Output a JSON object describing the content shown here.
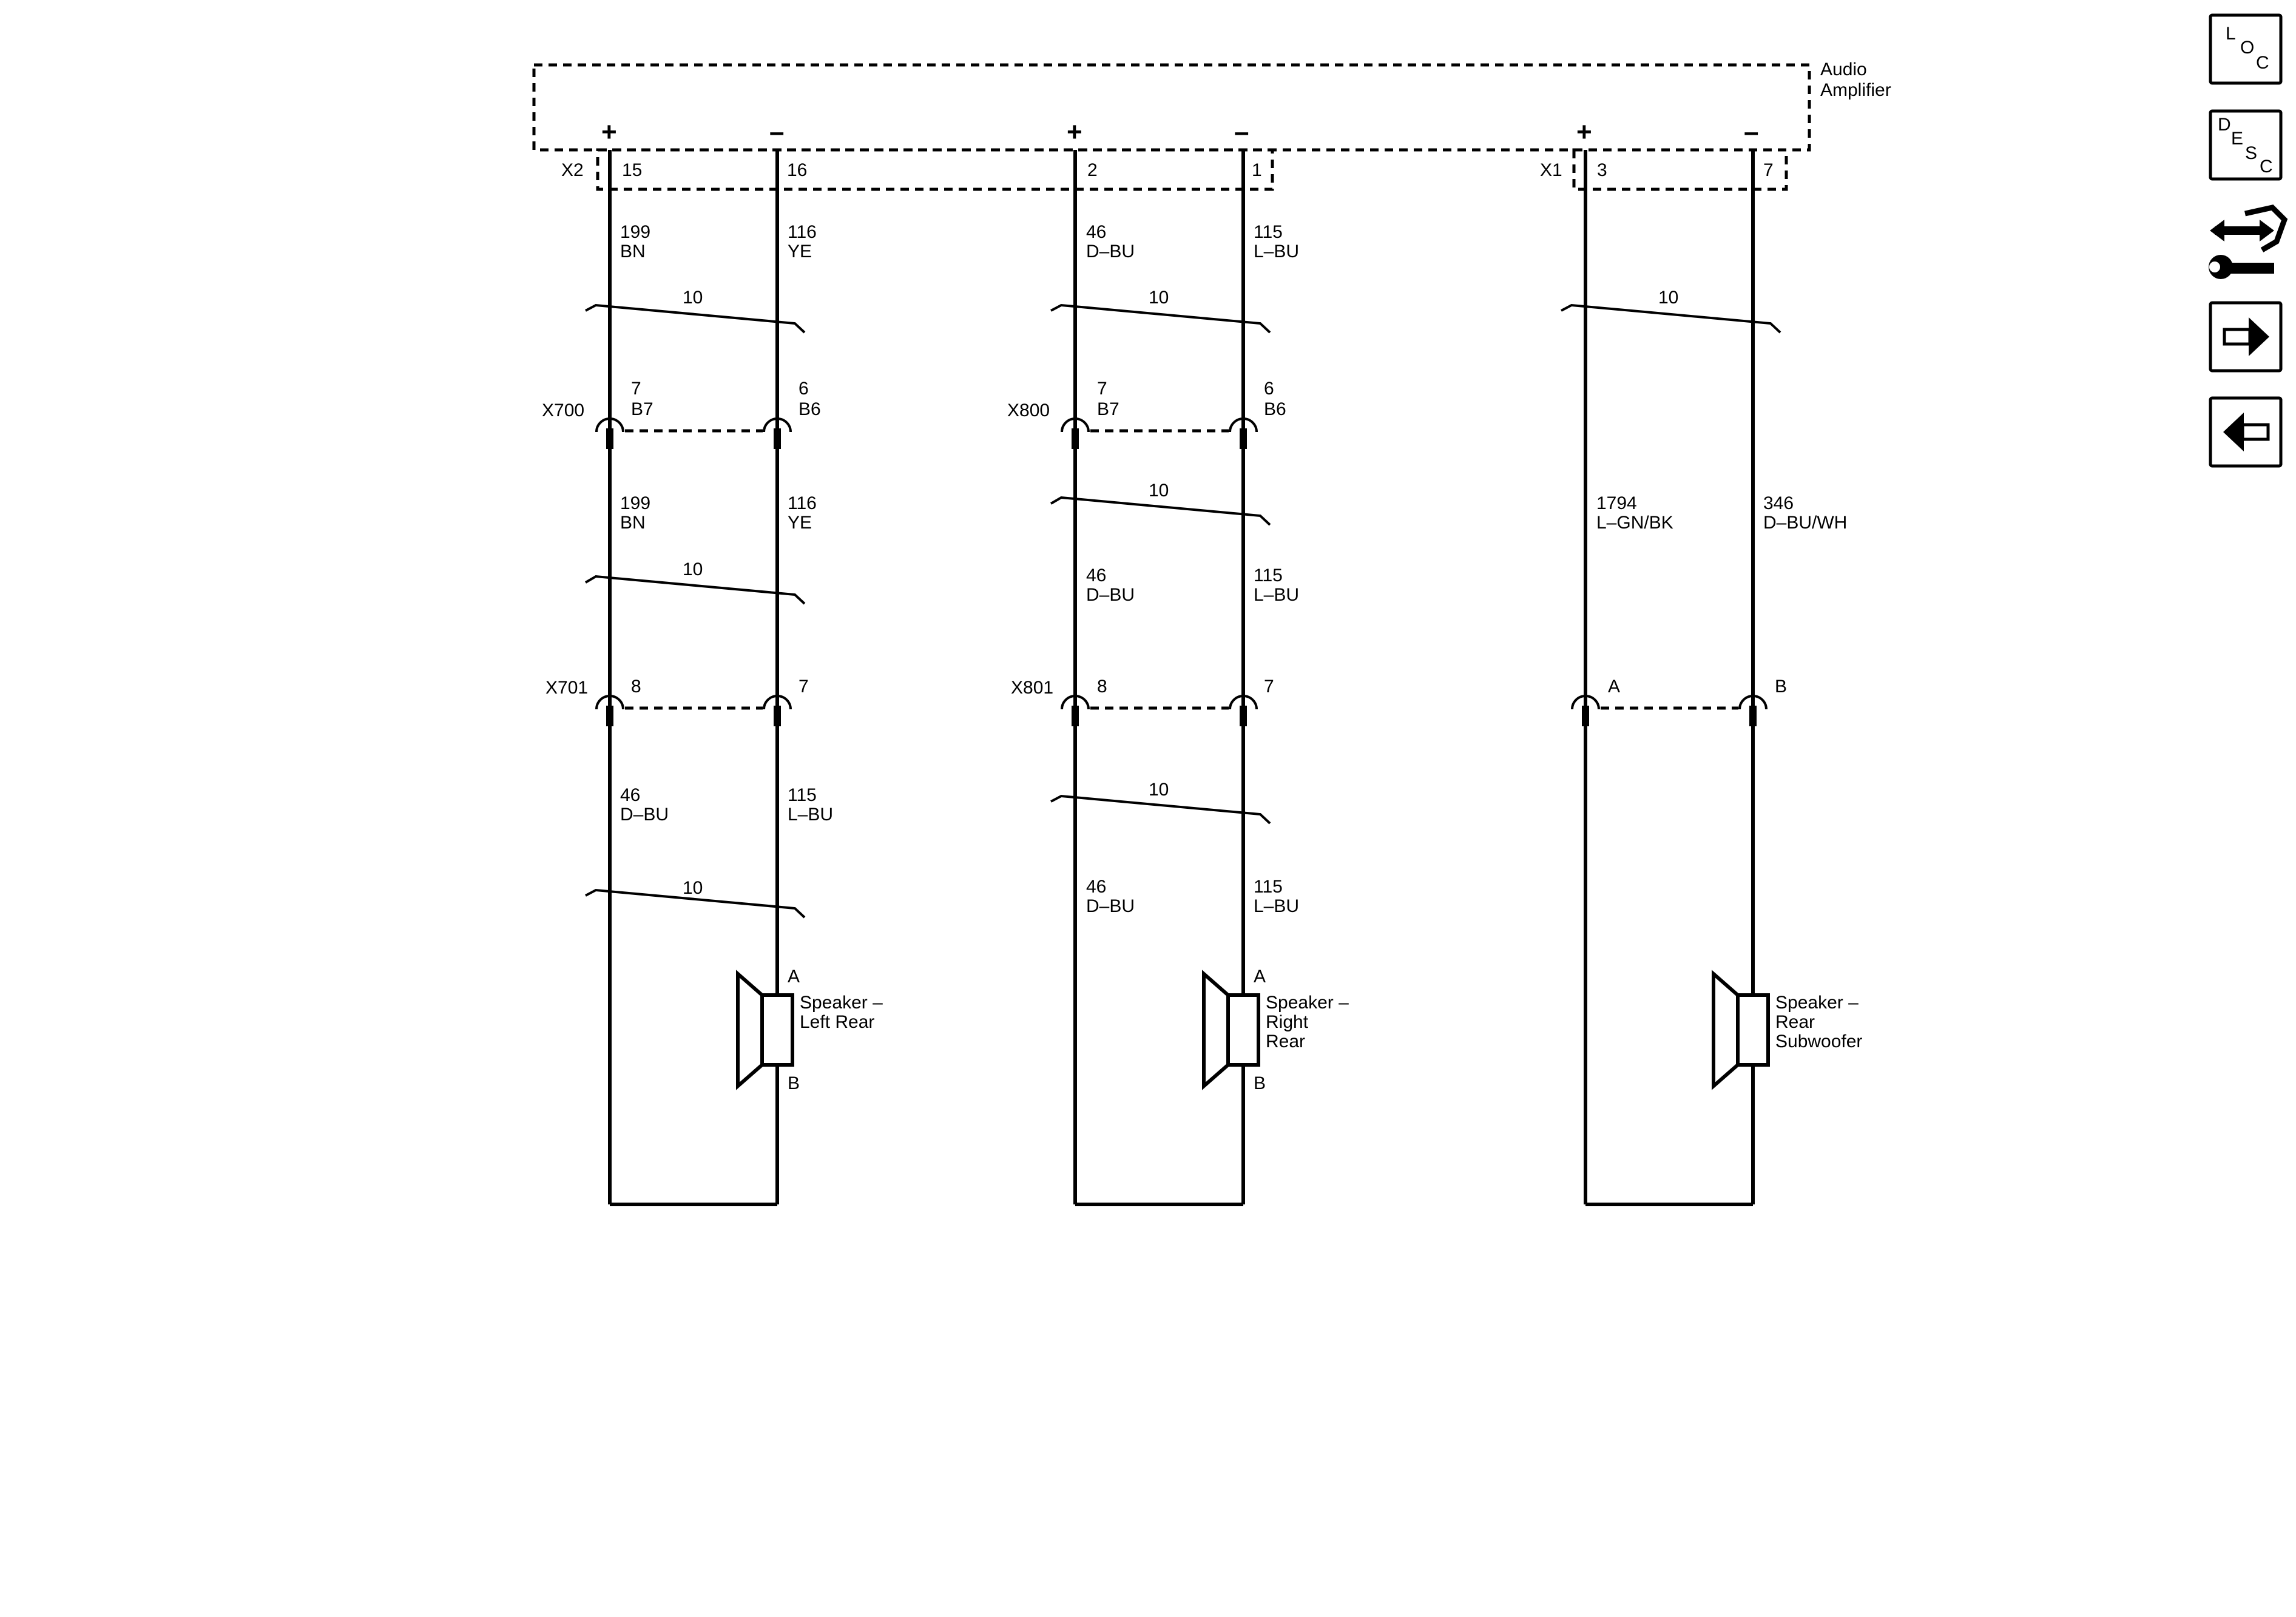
{
  "amplifier": {
    "name_line1": "Audio",
    "name_line2": "Amplifier",
    "connector_x2": "X2",
    "connector_x1": "X1",
    "plus": "+",
    "minus": "–"
  },
  "circuits": {
    "c1": {
      "pin_pos": "15",
      "pin_neg": "16",
      "w1_pos_num": "199",
      "w1_pos_color": "BN",
      "w1_neg_num": "116",
      "w1_neg_color": "YE",
      "twist1": "10",
      "conn1": "X700",
      "conn1_pos_pin": "7",
      "conn1_pos_cav": "B7",
      "conn1_neg_pin": "6",
      "conn1_neg_cav": "B6",
      "w2_pos_num": "199",
      "w2_pos_color": "BN",
      "w2_neg_num": "116",
      "w2_neg_color": "YE",
      "twist2": "10",
      "conn2": "X701",
      "conn2_pos_pin": "8",
      "conn2_neg_pin": "7",
      "w3_pos_num": "46",
      "w3_pos_color": "D–BU",
      "w3_neg_num": "115",
      "w3_neg_color": "L–BU",
      "twist3": "10",
      "spk_pin_a": "A",
      "spk_pin_b": "B",
      "spk_line1": "Speaker –",
      "spk_line2": "Left Rear"
    },
    "c2": {
      "pin_pos": "2",
      "pin_neg": "1",
      "w1_pos_num": "46",
      "w1_pos_color": "D–BU",
      "w1_neg_num": "115",
      "w1_neg_color": "L–BU",
      "twist1": "10",
      "conn1": "X800",
      "conn1_pos_pin": "7",
      "conn1_pos_cav": "B7",
      "conn1_neg_pin": "6",
      "conn1_neg_cav": "B6",
      "twist2": "10",
      "w2_pos_num": "46",
      "w2_pos_color": "D–BU",
      "w2_neg_num": "115",
      "w2_neg_color": "L–BU",
      "conn2": "X801",
      "conn2_pos_pin": "8",
      "conn2_neg_pin": "7",
      "twist3": "10",
      "w3_pos_num": "46",
      "w3_pos_color": "D–BU",
      "w3_neg_num": "115",
      "w3_neg_color": "L–BU",
      "spk_pin_a": "A",
      "spk_pin_b": "B",
      "spk_line1": "Speaker –",
      "spk_line2": "Right",
      "spk_line3": "Rear"
    },
    "c3": {
      "pin_pos": "3",
      "pin_neg": "7",
      "twist1": "10",
      "w1_pos_num": "1794",
      "w1_pos_color": "L–GN/BK",
      "w1_neg_num": "346",
      "w1_neg_color": "D–BU/WH",
      "conn_pos_pin": "A",
      "conn_neg_pin": "B",
      "spk_line1": "Speaker –",
      "spk_line2": "Rear",
      "spk_line3": "Subwoofer"
    }
  },
  "nav": {
    "loc": [
      "L",
      "O",
      "C"
    ],
    "desc": [
      "D",
      "E",
      "S",
      "C"
    ]
  }
}
